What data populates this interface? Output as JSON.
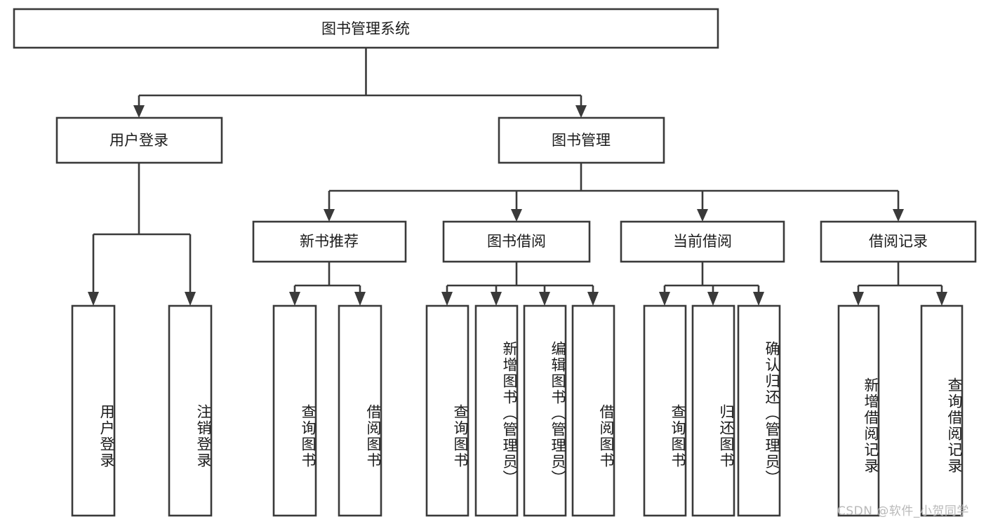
{
  "diagram": {
    "type": "tree-hierarchy",
    "title": "图书管理系统",
    "watermark": "CSDN @软件_小贺同学",
    "colors": {
      "background": "#ffffff",
      "stroke": "#3a3a3a",
      "text": "#1b1b1b",
      "watermark": "#b9b9b9"
    },
    "levels": {
      "root": {
        "label": "图书管理系统"
      },
      "level2": [
        {
          "id": "user-login",
          "label": "用户登录"
        },
        {
          "id": "book-management",
          "label": "图书管理"
        }
      ],
      "level3": [
        {
          "id": "new-book-recommend",
          "label": "新书推荐",
          "parent": "book-management"
        },
        {
          "id": "book-borrow",
          "label": "图书借阅",
          "parent": "book-management"
        },
        {
          "id": "current-borrow",
          "label": "当前借阅",
          "parent": "book-management"
        },
        {
          "id": "borrow-record",
          "label": "借阅记录",
          "parent": "book-management"
        }
      ],
      "leaves": [
        {
          "id": "leaf-user-login",
          "label": "用户登录",
          "parent": "user-login"
        },
        {
          "id": "leaf-user-logout",
          "label": "注销登录",
          "parent": "user-login"
        },
        {
          "id": "leaf-query-book-1",
          "label": "查询图书",
          "parent": "new-book-recommend"
        },
        {
          "id": "leaf-borrow-book-1",
          "label": "借阅图书",
          "parent": "new-book-recommend"
        },
        {
          "id": "leaf-query-book-2",
          "label": "查询图书",
          "parent": "book-borrow"
        },
        {
          "id": "leaf-add-book",
          "label": "新增图书（管理员）",
          "parent": "book-borrow"
        },
        {
          "id": "leaf-edit-book",
          "label": "编辑图书（管理员）",
          "parent": "book-borrow"
        },
        {
          "id": "leaf-borrow-book-2",
          "label": "借阅图书",
          "parent": "book-borrow"
        },
        {
          "id": "leaf-query-book-3",
          "label": "查询图书",
          "parent": "current-borrow"
        },
        {
          "id": "leaf-return-book",
          "label": "归还图书",
          "parent": "current-borrow"
        },
        {
          "id": "leaf-confirm-return",
          "label": "确认归还（管理员）",
          "parent": "current-borrow"
        },
        {
          "id": "leaf-add-record",
          "label": "新增借阅记录",
          "parent": "borrow-record"
        },
        {
          "id": "leaf-query-record",
          "label": "查询借阅记录",
          "parent": "borrow-record"
        }
      ]
    }
  }
}
